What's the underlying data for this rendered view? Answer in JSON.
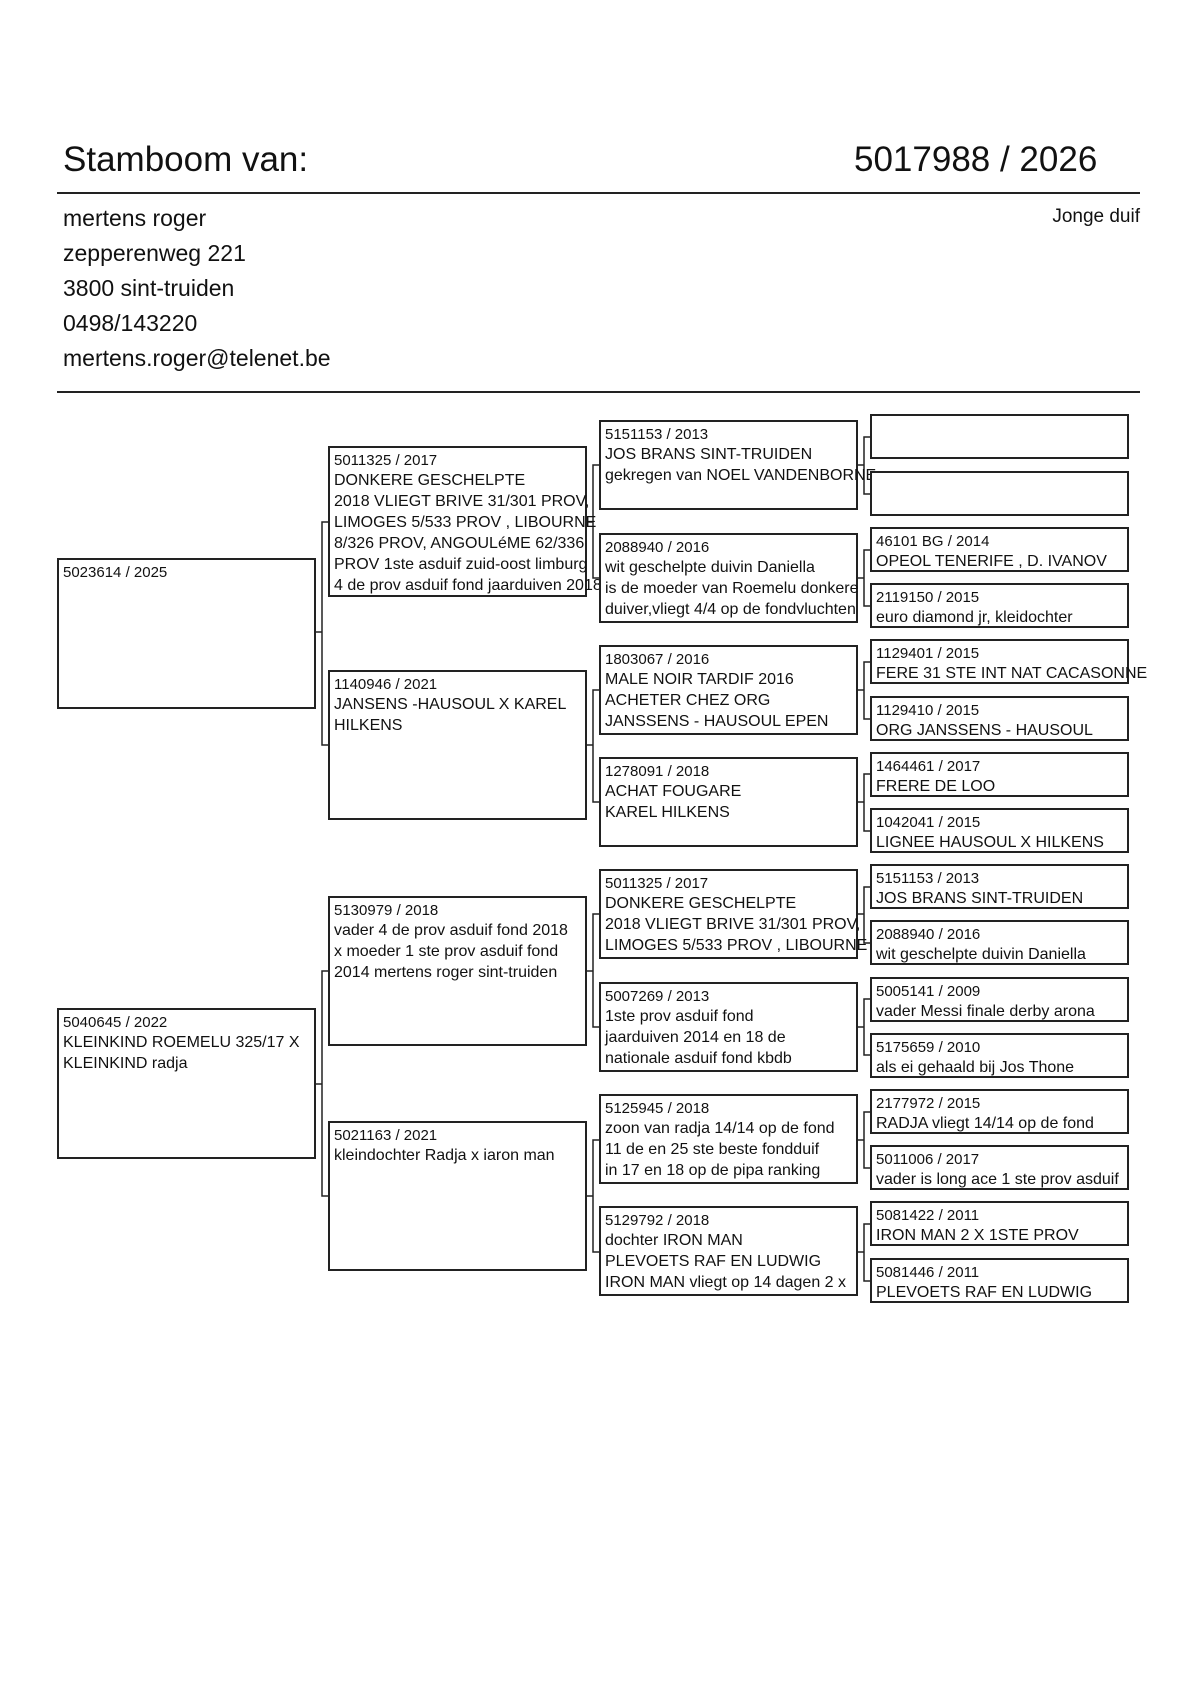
{
  "header": {
    "title": "Stamboom van:",
    "ring_number": "5017988 / 2026",
    "category": "Jonge duif"
  },
  "owner": {
    "name": "mertens roger",
    "street": "zepperenweg  221",
    "city": "3800  sint-truiden",
    "phone": "0498/143220",
    "email": "mertens.roger@telenet.be"
  },
  "pedigree": {
    "sire": {
      "ring": "5023614 / 2025",
      "notes": []
    },
    "dam": {
      "ring": "5040645 / 2022",
      "notes": [
        "KLEINKIND ROEMELU 325/17 X",
        "KLEINKIND radja"
      ]
    },
    "sire_sire": {
      "ring": "5011325 / 2017",
      "notes": [
        "DONKERE GESCHELPTE",
        "2018 VLIEGT BRIVE 31/301 PROV,",
        "LIMOGES 5/533 PROV ,  LIBOURNE",
        "8/326 PROV, ANGOULéME 62/336",
        "PROV     1ste asduif zuid-oost limburg",
        "4 de prov asduif fond jaarduiven 2018"
      ]
    },
    "sire_dam": {
      "ring": "1140946 / 2021",
      "notes": [
        "JANSENS -HAUSOUL X KAREL",
        "HILKENS"
      ]
    },
    "dam_sire": {
      "ring": "5130979 / 2018",
      "notes": [
        "vader 4 de prov asduif fond 2018",
        "x moeder 1 ste prov asduif fond",
        "2014  mertens roger sint-truiden"
      ]
    },
    "dam_dam": {
      "ring": "5021163 / 2021",
      "notes": [
        "kleindochter Radja x iaron man"
      ]
    },
    "ss_sire": {
      "ring": "5151153 / 2013",
      "notes": [
        "JOS BRANS  SINT-TRUIDEN",
        "gekregen van NOEL VANDENBORNE"
      ]
    },
    "ss_dam": {
      "ring": "2088940 / 2016",
      "notes": [
        "wit geschelpte duivin  Daniella",
        "is de moeder van Roemelu donkere",
        "duiver,vliegt 4/4 op de fondvluchten"
      ]
    },
    "sd_sire": {
      "ring": "1803067 / 2016",
      "notes": [
        "MALE NOIR TARDIF 2016",
        "ACHETER CHEZ ORG",
        "JANSSENS - HAUSOUL  EPEN"
      ]
    },
    "sd_dam": {
      "ring": "1278091 / 2018",
      "notes": [
        "ACHAT FOUGARE",
        "KAREL HILKENS"
      ]
    },
    "ds_sire": {
      "ring": "5011325 / 2017",
      "notes": [
        "DONKERE GESCHELPTE",
        "2018 VLIEGT BRIVE 31/301 PROV,",
        "LIMOGES 5/533 PROV ,  LIBOURNE"
      ]
    },
    "ds_dam": {
      "ring": "5007269 / 2013",
      "notes": [
        "1ste prov asduif fond",
        "jaarduiven 2014 en 18 de",
        "nationale asduif fond kbdb"
      ]
    },
    "dd_sire": {
      "ring": "5125945 / 2018",
      "notes": [
        "zoon van radja 14/14 op de fond",
        "11 de en 25 ste beste fondduif",
        "in 17 en 18 op de pipa ranking"
      ]
    },
    "dd_dam": {
      "ring": "5129792 / 2018",
      "notes": [
        "dochter IRON MAN",
        "PLEVOETS RAF EN LUDWIG",
        "IRON MAN vliegt op 14 dagen 2 x"
      ]
    },
    "g1": {
      "ring": "",
      "notes": []
    },
    "g2": {
      "ring": "",
      "notes": []
    },
    "g3": {
      "ring": "46101 BG / 2014",
      "notes": [
        "OPEOL TENERIFE , D. IVANOV"
      ]
    },
    "g4": {
      "ring": "2119150 / 2015",
      "notes": [
        "euro diamond jr, kleidochter"
      ]
    },
    "g5": {
      "ring": "1129401 / 2015",
      "notes": [
        "FERE 31 STE INT NAT CACASONNE"
      ]
    },
    "g6": {
      "ring": "1129410 / 2015",
      "notes": [
        "ORG  JANSSENS - HAUSOUL"
      ]
    },
    "g7": {
      "ring": "1464461 / 2017",
      "notes": [
        "FRERE DE LOO"
      ]
    },
    "g8": {
      "ring": "1042041 / 2015",
      "notes": [
        "LIGNEE     HAUSOUL X HILKENS"
      ]
    },
    "g9": {
      "ring": "5151153 / 2013",
      "notes": [
        "JOS BRANS  SINT-TRUIDEN"
      ]
    },
    "g10": {
      "ring": "2088940 / 2016",
      "notes": [
        "wit geschelpte duivin  Daniella"
      ]
    },
    "g11": {
      "ring": "5005141 / 2009",
      "notes": [
        "vader Messi finale derby arona"
      ]
    },
    "g12": {
      "ring": "5175659 / 2010",
      "notes": [
        "als ei gehaald bij Jos Thone"
      ]
    },
    "g13": {
      "ring": "2177972 / 2015",
      "notes": [
        "RADJA vliegt 14/14 op de fond"
      ]
    },
    "g14": {
      "ring": "5011006 / 2017",
      "notes": [
        "vader is long ace 1 ste prov asduif"
      ]
    },
    "g15": {
      "ring": "5081422 / 2011",
      "notes": [
        "IRON MAN 2 X 1STE PROV"
      ]
    },
    "g16": {
      "ring": "5081446 / 2011",
      "notes": [
        "PLEVOETS RAF EN LUDWIG"
      ]
    }
  }
}
